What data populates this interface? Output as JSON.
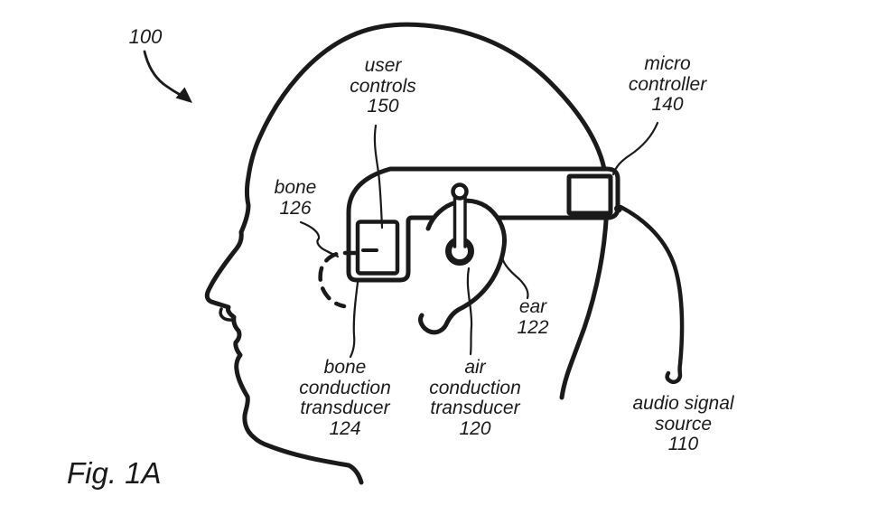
{
  "figure": {
    "label": "Fig. 1A"
  },
  "callouts": {
    "system": {
      "lines": [
        "100"
      ]
    },
    "user_controls": {
      "lines": [
        "user",
        "controls",
        "150"
      ]
    },
    "micro_controller": {
      "lines": [
        "micro",
        "controller",
        "140"
      ]
    },
    "bone": {
      "lines": [
        "bone",
        "126"
      ]
    },
    "ear": {
      "lines": [
        "ear",
        "122"
      ]
    },
    "bone_conduction_transducer": {
      "lines": [
        "bone",
        "conduction",
        "transducer",
        "124"
      ]
    },
    "air_conduction_transducer": {
      "lines": [
        "air",
        "conduction",
        "transducer",
        "120"
      ]
    },
    "audio_signal_source": {
      "lines": [
        "audio signal",
        "source",
        "110"
      ]
    }
  },
  "colors": {
    "ink": "#1a1a1a",
    "background": "#ffffff"
  }
}
